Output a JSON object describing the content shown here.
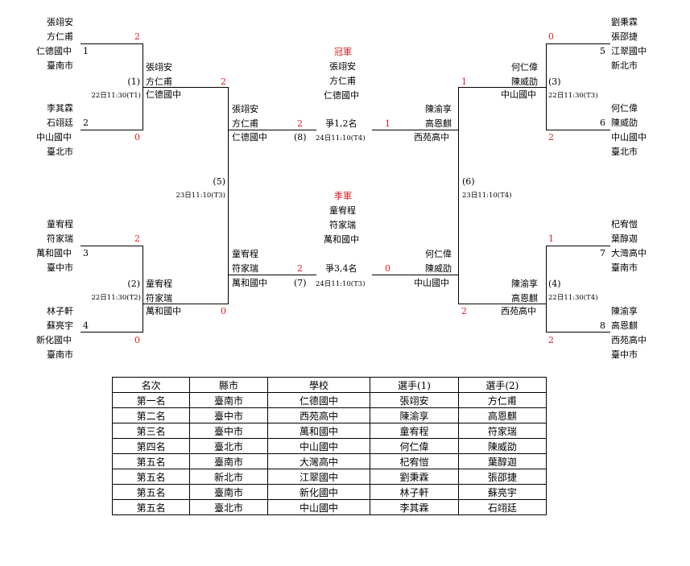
{
  "final": {
    "champion_label": "冠軍",
    "champion_player1": "張翊安",
    "champion_player2": "方仁甫",
    "champion_school": "仁德國中",
    "match_label": "爭1,2名",
    "match_time": "24日11:10(T4)",
    "match_no": "(8)",
    "left_score": "2",
    "right_score": "1"
  },
  "third_place": {
    "label": "季軍",
    "player1": "童宥程",
    "player2": "符家瑞",
    "school": "萬和國中",
    "match_label": "爭3,4名",
    "match_time": "24日11:10(T3)",
    "match_no": "(7)",
    "left_score": "2",
    "right_score": "0"
  },
  "entries": {
    "e1": {
      "seed": "1",
      "player1": "張翊安",
      "player2": "方仁甫",
      "school": "仁德國中",
      "city": "臺南市",
      "score": "2"
    },
    "e2": {
      "seed": "2",
      "player1": "李其霖",
      "player2": "石翊廷",
      "school": "中山國中",
      "city": "臺北市",
      "score": "0"
    },
    "e3": {
      "seed": "3",
      "player1": "童宥程",
      "player2": "符家瑞",
      "school": "萬和國中",
      "city": "臺中市",
      "score": "2"
    },
    "e4": {
      "seed": "4",
      "player1": "林子軒",
      "player2": "蘇亮宇",
      "school": "新化國中",
      "city": "臺南市",
      "score": "0"
    },
    "e5": {
      "seed": "5",
      "player1": "劉秉霖",
      "player2": "張邵捷",
      "school": "江翠國中",
      "city": "新北市",
      "score": "0"
    },
    "e6": {
      "seed": "6",
      "player1": "何仁偉",
      "player2": "陳威劭",
      "school": "中山國中",
      "city": "臺北市",
      "score": "2"
    },
    "e7": {
      "seed": "7",
      "player1": "杞宥愷",
      "player2": "葉醇迦",
      "school": "大灣高中",
      "city": "臺南市",
      "score": "1"
    },
    "e8": {
      "seed": "8",
      "player1": "陳渝享",
      "player2": "高恩麒",
      "school": "西苑高中",
      "city": "臺中市",
      "score": "2"
    }
  },
  "matches": {
    "m1": {
      "no": "(1)",
      "time": "22日11:30(T1)",
      "player1": "張翊安",
      "player2": "方仁甫",
      "school": "仁德國中",
      "score": "2"
    },
    "m2": {
      "no": "(2)",
      "time": "22日11:30(T2)",
      "player1": "童宥程",
      "player2": "符家瑞",
      "school": "萬和國中",
      "score": "0"
    },
    "m3": {
      "no": "(3)",
      "time": "22日11:30(T3)",
      "player1": "何仁偉",
      "player2": "陳威劭",
      "school": "中山國中",
      "score": "1"
    },
    "m4": {
      "no": "(4)",
      "time": "22日11:30(T4)",
      "player1": "陳渝享",
      "player2": "高恩麒",
      "school": "西苑高中",
      "score": "2"
    },
    "m5": {
      "no": "(5)",
      "time": "23日11:10(T3)"
    },
    "m6": {
      "no": "(6)",
      "time": "23日11:10(T4)"
    },
    "sf_left_top": {
      "player1": "張翊安",
      "player2": "方仁甫",
      "school": "仁德國中"
    },
    "sf_left_bottom": {
      "player1": "童宥程",
      "player2": "符家瑞",
      "school": "萬和國中"
    },
    "sf_right_top": {
      "player1": "陳渝享",
      "player2": "高恩麒",
      "school": "西苑高中"
    },
    "sf_right_bottom": {
      "player1": "何仁偉",
      "player2": "陳威劭",
      "school": "中山國中"
    }
  },
  "results_table": {
    "headers": [
      "名次",
      "縣市",
      "學校",
      "選手(1)",
      "選手(2)"
    ],
    "rows": [
      [
        "第一名",
        "臺南市",
        "仁德國中",
        "張翊安",
        "方仁甫"
      ],
      [
        "第二名",
        "臺中市",
        "西苑高中",
        "陳渝享",
        "高恩麒"
      ],
      [
        "第三名",
        "臺中市",
        "萬和國中",
        "童宥程",
        "符家瑞"
      ],
      [
        "第四名",
        "臺北市",
        "中山國中",
        "何仁偉",
        "陳威劭"
      ],
      [
        "第五名",
        "臺南市",
        "大灣高中",
        "杞宥愷",
        "葉醇迦"
      ],
      [
        "第五名",
        "新北市",
        "江翠國中",
        "劉秉霖",
        "張邵捷"
      ],
      [
        "第五名",
        "臺南市",
        "新化國中",
        "林子軒",
        "蘇亮宇"
      ],
      [
        "第五名",
        "臺北市",
        "中山國中",
        "李其霖",
        "石翊廷"
      ]
    ]
  },
  "colors": {
    "winner": "#e02020",
    "line": "#000000"
  }
}
